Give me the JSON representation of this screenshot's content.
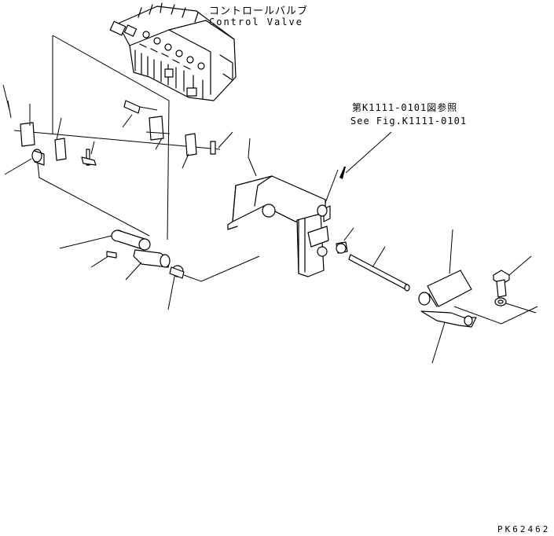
{
  "labels": {
    "control_valve_jp": "コントロールバルブ",
    "control_valve_en": "Control Valve",
    "fig_ref_jp": "第K1111-0101図参照",
    "fig_ref_en": "See Fig.K1111-0101",
    "drawing_code": "PK62462"
  },
  "colors": {
    "line": "#000000",
    "background": "#ffffff"
  }
}
